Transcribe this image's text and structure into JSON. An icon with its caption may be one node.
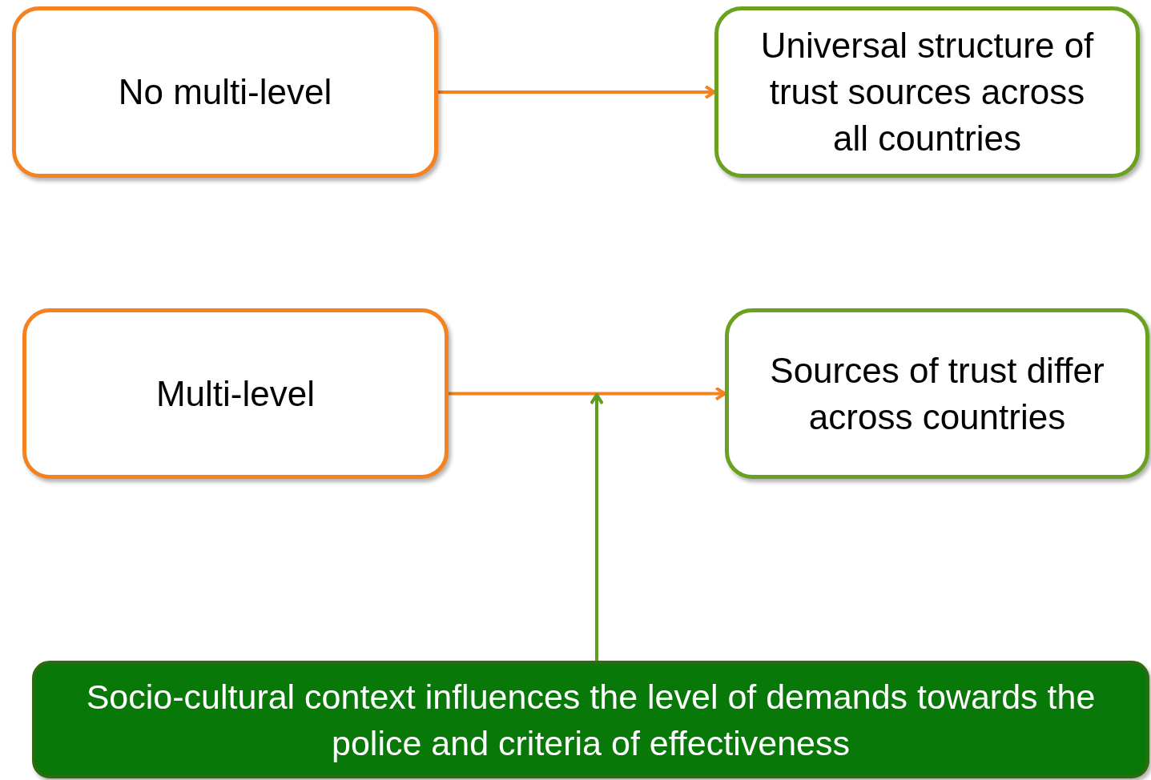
{
  "diagram": {
    "nodes": [
      {
        "text": [
          "No multi-level"
        ]
      },
      {
        "text": [
          "Universal structure of trust sources across all countries"
        ]
      },
      {
        "text": [
          "Multi-level"
        ]
      },
      {
        "text": [
          "Sources of trust differ across countries"
        ]
      },
      {
        "text": [
          "Socio-cultural context influences the level of demands towards the police and criteria of effectiveness"
        ]
      }
    ],
    "edges": [
      {
        "from": 0,
        "to": 1,
        "arrow": "to"
      },
      {
        "from": 2,
        "to": 3,
        "arrow": "to"
      },
      {
        "from": 4,
        "to": null,
        "arrow": "to",
        "color": "#5e9e1e"
      }
    ]
  }
}
